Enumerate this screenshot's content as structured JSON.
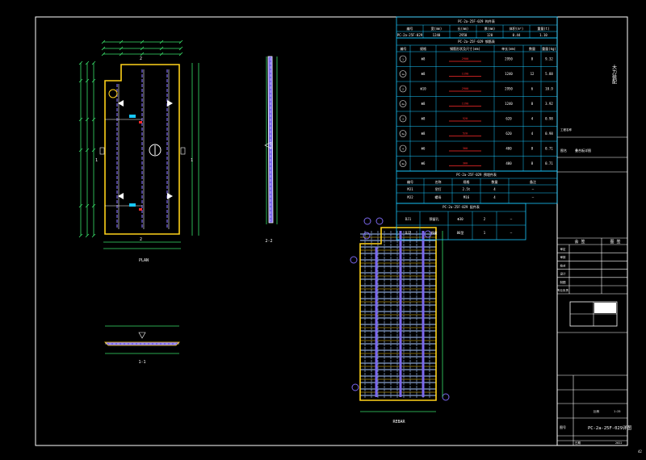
{
  "colors": {
    "frame": "#ffffff",
    "dim": "#39e26b",
    "panel": "#ffd21a",
    "rebar": "#7b68ee",
    "rebar2": "#a8c8ff",
    "table": "#18c8ff",
    "annot": "#ff2b2b"
  },
  "drawing": {
    "plan_label": "PLAN",
    "section_1_label": "1-1",
    "section_2_label": "2-2",
    "rebar_plan_label": "REBAR",
    "sheet_number": "42"
  },
  "table": {
    "t1_title": "PC-2a-25F-029 构件表",
    "t1_headers": [
      "编号",
      "宽(mm)",
      "长(mm)",
      "厚(mm)",
      "体积(m³)",
      "重量(t)"
    ],
    "t1_row": [
      "PC-2a-25F-029",
      "1240",
      "2950",
      "120",
      "0.44",
      "1.10"
    ],
    "t2_title": "PC-2a-25F-029 钢筋表",
    "t2_headers": [
      "编号",
      "规格",
      "钢筋形状及尺寸(mm)",
      "单长(mm)",
      "数量",
      "重量(kg)"
    ],
    "rebar_rows": [
      {
        "id": "1",
        "spec": "Φ8",
        "shape": "2900",
        "len": "2950",
        "qty": "8",
        "wt": "9.32"
      },
      {
        "id": "1a",
        "spec": "Φ8",
        "shape": "1190",
        "len": "1240",
        "qty": "12",
        "wt": "5.88"
      },
      {
        "id": "2",
        "spec": "Φ10",
        "shape": "2900",
        "len": "2950",
        "qty": "6",
        "wt": "10.9"
      },
      {
        "id": "2a",
        "spec": "Φ8",
        "shape": "1190",
        "len": "1240",
        "qty": "8",
        "wt": "3.92"
      },
      {
        "id": "3",
        "spec": "Φ8",
        "shape": "520",
        "len": "620",
        "qty": "4",
        "wt": "0.98"
      },
      {
        "id": "3a",
        "spec": "Φ8",
        "shape": "520",
        "len": "620",
        "qty": "4",
        "wt": "0.98"
      },
      {
        "id": "4",
        "spec": "Φ6",
        "shape": "300",
        "len": "400",
        "qty": "8",
        "wt": "0.71"
      },
      {
        "id": "4a",
        "spec": "Φ6",
        "shape": "300",
        "len": "400",
        "qty": "8",
        "wt": "0.71"
      }
    ],
    "t3_title": "PC-2a-25F-029 预埋件表",
    "t3_headers": [
      "编号",
      "名称",
      "规格",
      "数量",
      "备注"
    ],
    "t3_rows": [
      [
        "MJ1",
        "吊钉",
        "2.5t",
        "4",
        "—"
      ],
      [
        "MJ2",
        "螺母",
        "M16",
        "4",
        "—"
      ]
    ],
    "t4_title": "PC-2a-25F-029 配件表",
    "t4_rows": [
      [
        "DJ1",
        "预留孔",
        "Φ30",
        "2",
        "—"
      ],
      [
        "DJ2",
        "线盒",
        "86型",
        "1",
        "—"
      ]
    ]
  },
  "title_block": {
    "company": "大力装配",
    "project_label": "工程名称",
    "drawing_name_label": "图名",
    "drawing_name": "叠合板详图",
    "rows": [
      "审定",
      "审核",
      "校对",
      "设计",
      "制图",
      "专业负责"
    ],
    "header_left": "会 签",
    "header_right": "图 签",
    "drawing_no_label": "图号",
    "drawing_no": "PC-2a-25F-029详图",
    "scale_label": "比例",
    "scale": "1:25",
    "date_label": "日期",
    "date": "2022"
  }
}
